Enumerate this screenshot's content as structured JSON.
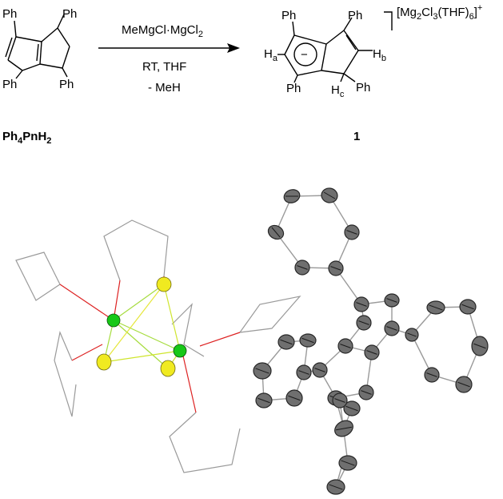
{
  "reactant": {
    "ph_top_left": "Ph",
    "ph_top_right": "Ph",
    "ph_bottom_left": "Ph",
    "ph_bottom_right": "Ph",
    "label_main": "Ph",
    "label_sub4": "4",
    "label_mid": "PnH",
    "label_sub2": "2"
  },
  "reaction": {
    "reagent_main": "MeMgCl·MgCl",
    "reagent_sub": "2",
    "conditions": "RT, THF",
    "byproduct": "- MeH"
  },
  "product": {
    "ph_top_left": "Ph",
    "ph_top_right": "Ph",
    "ph_bottom_left": "Ph",
    "ph_sp3": "Ph",
    "h_a": "H",
    "h_a_sub": "a",
    "h_b": "H",
    "h_b_sub": "b",
    "h_c": "H",
    "h_c_sub": "c",
    "charge": "−",
    "compound_number": "1"
  },
  "counterion": {
    "open": "[Mg",
    "sub1": "2",
    "cl": "Cl",
    "sub2": "3",
    "thf": "(THF)",
    "sub3": "6",
    "close": "]",
    "charge": "+"
  },
  "colors": {
    "magnesium": "#17c817",
    "chlorine": "#f0ea20",
    "oxygen_bond": "#dd2222",
    "carbon_frame": "#9a9a9a",
    "ellipsoid": "#6f6f6f"
  }
}
